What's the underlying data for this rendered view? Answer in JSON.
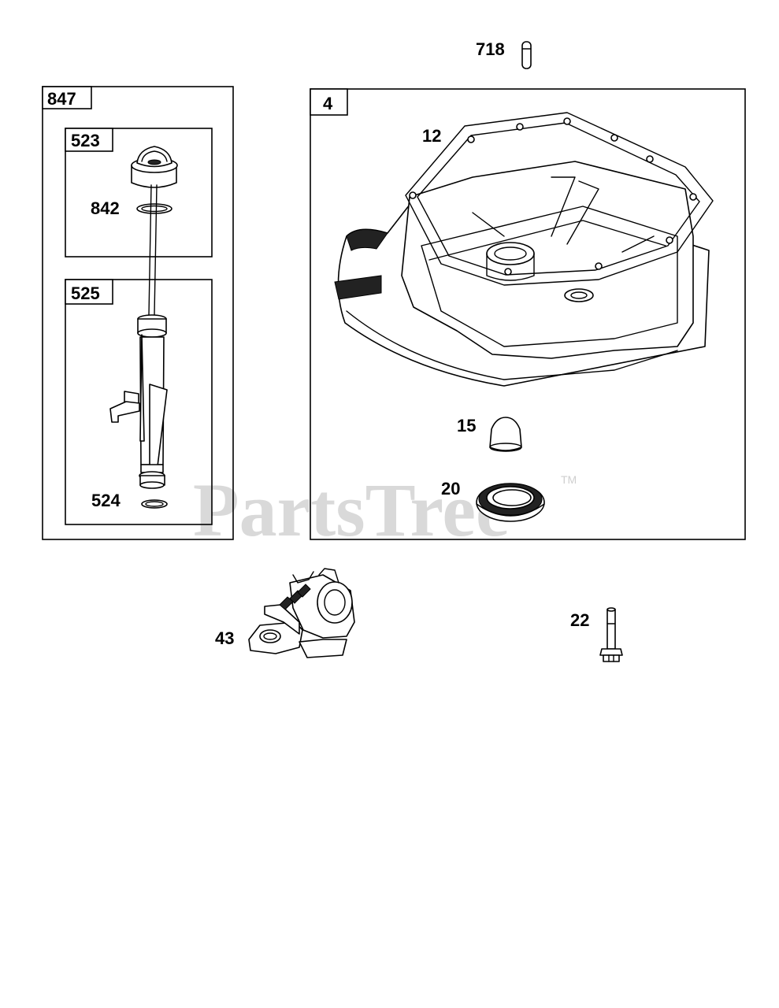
{
  "watermark": {
    "text": "PartsTree",
    "trademark": "TM"
  },
  "groups": [
    {
      "id": "847"
    },
    {
      "id": "523"
    },
    {
      "id": "525"
    },
    {
      "id": "4"
    }
  ],
  "callouts": {
    "p718": "718",
    "p847": "847",
    "p523": "523",
    "p842": "842",
    "p525": "525",
    "p524": "524",
    "p4": "4",
    "p12": "12",
    "p15": "15",
    "p20": "20",
    "p43": "43",
    "p22": "22"
  }
}
